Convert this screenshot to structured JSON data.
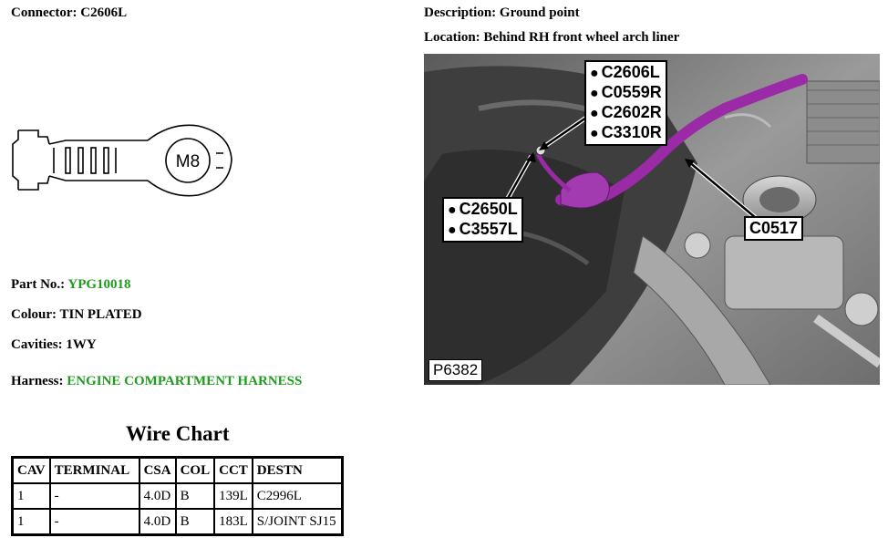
{
  "connector": {
    "label": "Connector:",
    "value": "C2606L"
  },
  "description": {
    "label": "Description:",
    "value": "Ground point"
  },
  "location": {
    "label": "Location:",
    "value": "Behind RH front wheel arch liner"
  },
  "terminal_label": "M8",
  "part_no": {
    "label": "Part No.:",
    "value": "YPG10018"
  },
  "colour": {
    "label": "Colour:",
    "value": "TIN PLATED"
  },
  "cavities": {
    "label": "Cavities:",
    "value": "1WY"
  },
  "harness": {
    "label": "Harness:",
    "value": "ENGINE COMPARTMENT HARNESS"
  },
  "wire_chart": {
    "title": "Wire Chart",
    "headers": [
      "CAV",
      "TERMINAL",
      "CSA",
      "COL",
      "CCT",
      "DESTN"
    ],
    "rows": [
      [
        "1",
        "-",
        "4.0D",
        "B",
        "139L",
        "C2996L"
      ],
      [
        "1",
        "-",
        "4.0D",
        "B",
        "183L",
        "S/JOINT SJ15"
      ]
    ]
  },
  "photo": {
    "reference": "P6382",
    "callout_top": [
      "C2606L",
      "C0559R",
      "C2602R",
      "C3310R"
    ],
    "callout_left": [
      "C2650L",
      "C3557L"
    ],
    "callout_right": "C0517",
    "dot": "●"
  },
  "colors": {
    "accent_green": "#1f9b1f",
    "harness_purple": "#9a2aa6"
  }
}
